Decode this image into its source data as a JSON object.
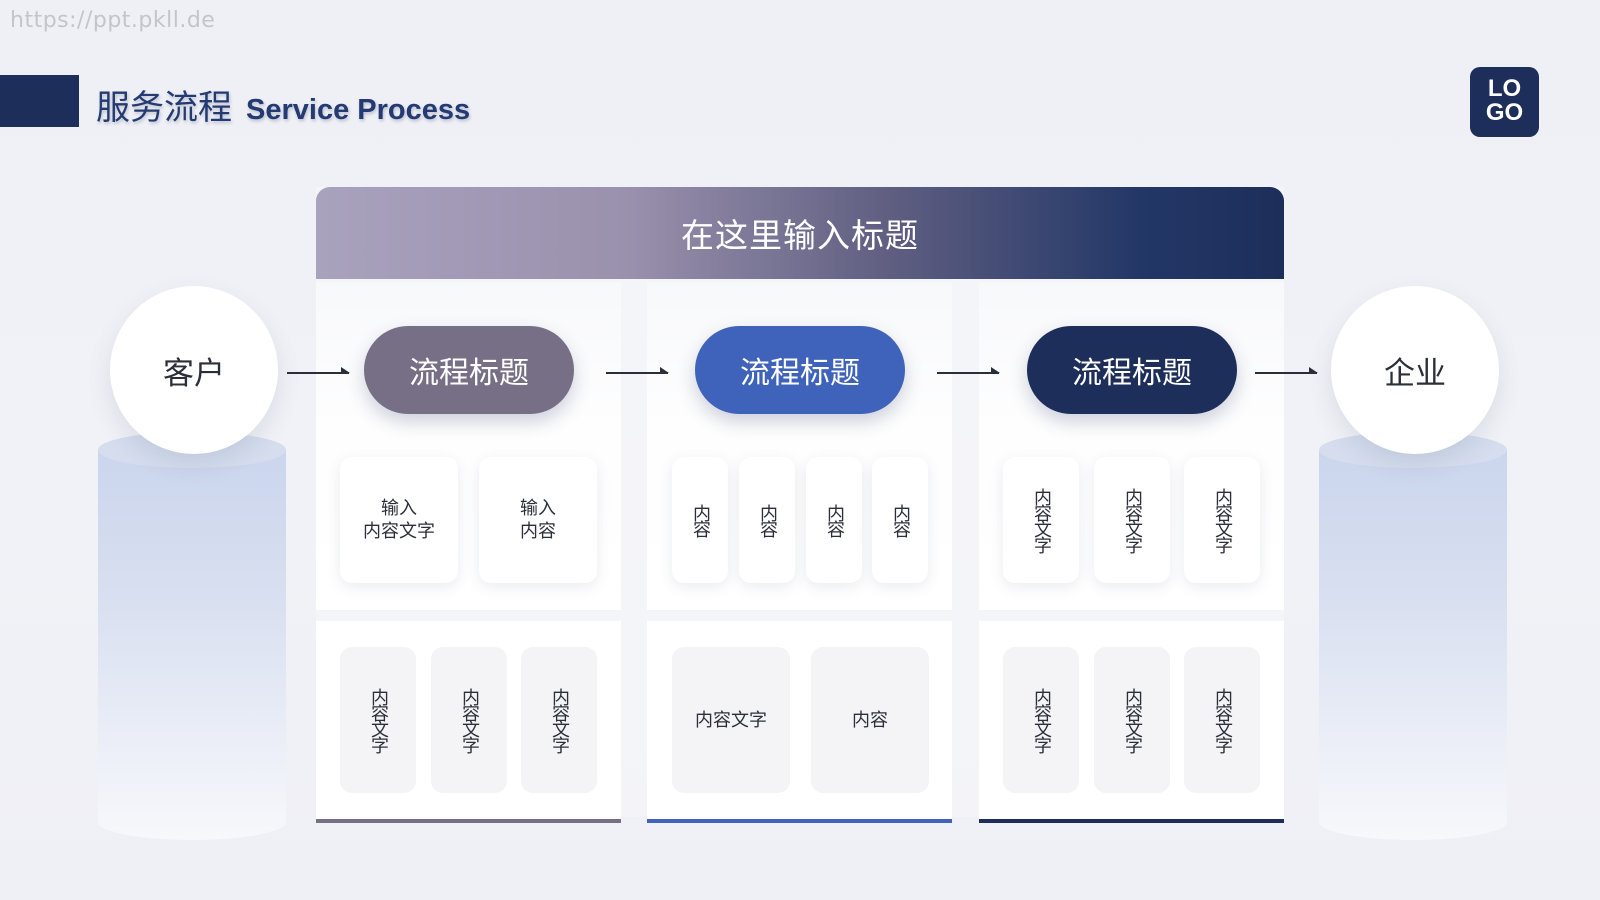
{
  "watermark": "https://ppt.pkll.de",
  "page": {
    "title_cn": "服务流程",
    "title_en": "Service Process",
    "logo": "LO\nGO"
  },
  "diagram": {
    "header": "在这里输入标题",
    "start": "客户",
    "end": "企业",
    "steps": [
      {
        "title": "流程标题",
        "color": "#776f86",
        "top_cards": [
          "输入\n内容文字",
          "输入\n内容"
        ],
        "bottom_cards": [
          "内容文字",
          "内容文字",
          "内容文字"
        ]
      },
      {
        "title": "流程标题",
        "color": "#3f63bb",
        "top_cards": [
          "内容",
          "内容",
          "内容",
          "内容"
        ],
        "bottom_cards": [
          "内容文字",
          "内容"
        ]
      },
      {
        "title": "流程标题",
        "color": "#1d2e5a",
        "top_cards": [
          "内容文字",
          "内容文字",
          "内容文字"
        ],
        "bottom_cards": [
          "内容文字",
          "内容文字",
          "内容文字"
        ]
      }
    ]
  }
}
